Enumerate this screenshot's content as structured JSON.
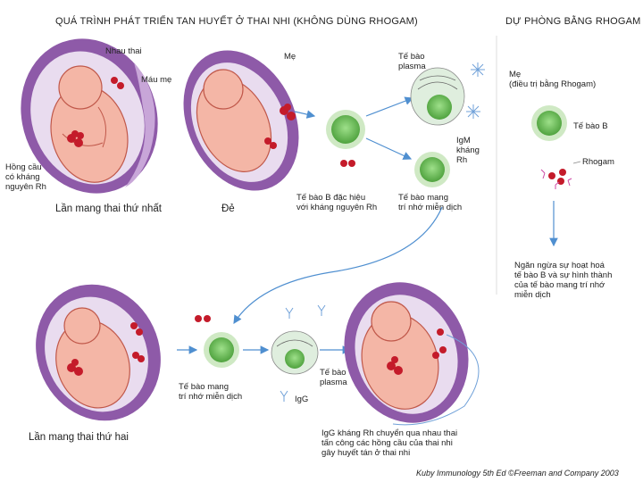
{
  "headers": {
    "left": "QUÁ TRÌNH PHÁT TRIỂN TAN HUYẾT Ở THAI NHI (KHÔNG DÙNG RHOGAM)",
    "right": "DỰ PHÒNG BẰNG RHOGAM"
  },
  "labels": {
    "nhau_thai": "Nhau thai",
    "mau_me": "Máu mẹ",
    "me": "Mẹ",
    "hong_cau": "Hồng cầu\ncó kháng\nnguyên Rh",
    "te_bao_plasma_top": "Tế bào\nplasma",
    "igm": "IgM\nkháng\nRh",
    "te_bao_b_dac_hieu": "Tế bào B đặc hiệu\nvới kháng nguyên Rh",
    "te_bao_mang_tri_nho_top": "Tế bào mang\ntrí nhớ miễn dịch",
    "lan_mang_thai_1": "Lần mang thai thứ nhất",
    "de": "Đẻ",
    "me_rhogam": "Mẹ\n(điều trị bằng Rhogam)",
    "te_bao_b": "Tế bào B",
    "rhogam": "Rhogam",
    "ngan_ngua": "Ngăn ngừa sự hoạt hoá\ntế bào B và sự hình thành\ncủa tế bào mang trí nhớ\nmiễn dịch",
    "te_bao_mang_tri_nho_bottom": "Tế bào mang\ntrí nhớ miễn dịch",
    "te_bao_plasma_bottom": "Tế bào\nplasma",
    "igg": "IgG",
    "lan_mang_thai_2": "Lần mang thai thứ hai",
    "igg_khang_rh": "IgG kháng Rh chuyển qua nhau thai\ntấn công các hồng cầu của thai nhi\ngây huyết tán ở thai nhi",
    "credit": "Kuby Immunology 5th Ed ©Freeman and Company 2003"
  },
  "colors": {
    "uterus": "#8e5aa8",
    "uterus_light": "#b48ccc",
    "fetus": "#f4b6a6",
    "fetus_line": "#c0584a",
    "cell": "#7cc86a",
    "cell_ring": "#cfe9c4",
    "rbc": "#c41b2a",
    "arrow": "#4f8fd0",
    "antibody": "#6fa0d8",
    "rhogam": "#cc4aa6"
  }
}
